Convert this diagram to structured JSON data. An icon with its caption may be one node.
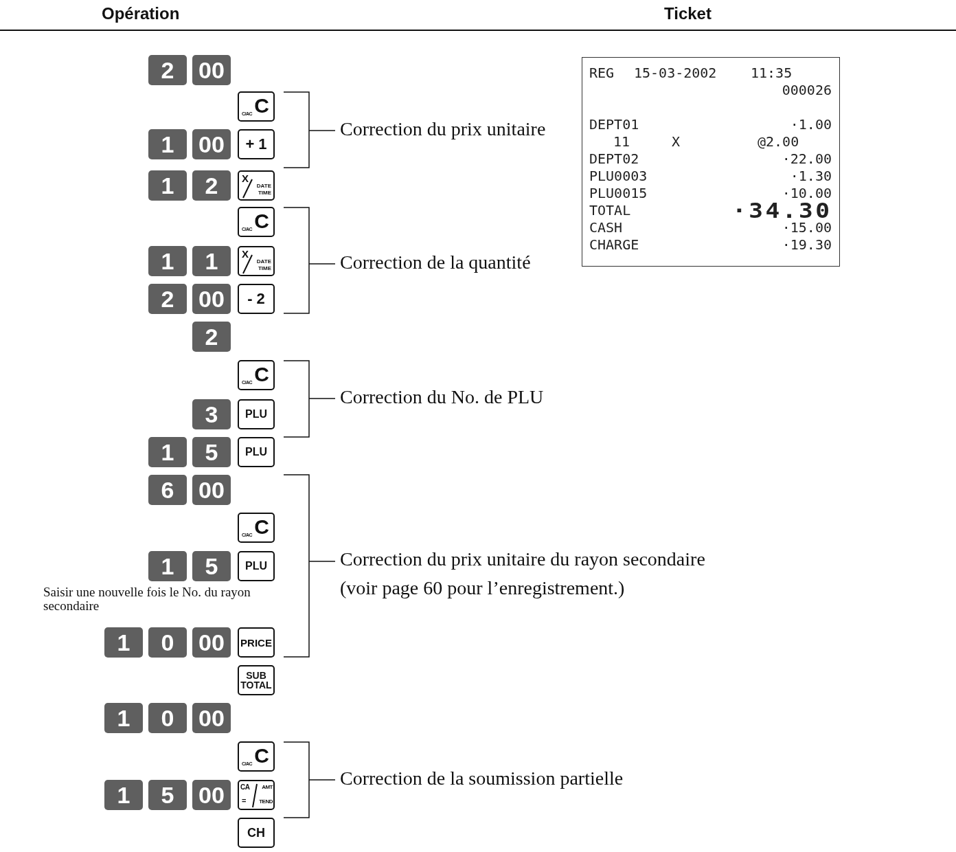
{
  "diagram": {
    "nodes": [
      {
        "text": [
          "2"
        ]
      },
      {
        "text": [
          "00"
        ]
      },
      {
        "text": [
          "C",
          "C/AC"
        ]
      },
      {
        "text": [
          "1"
        ]
      },
      {
        "text": [
          "00"
        ]
      },
      {
        "text": [
          "+ 1"
        ]
      },
      {
        "text": [
          "1"
        ]
      },
      {
        "text": [
          "2"
        ]
      },
      {
        "text": [
          "X",
          "DATE TIME"
        ]
      },
      {
        "text": [
          "C",
          "C/AC"
        ]
      },
      {
        "text": [
          "1"
        ]
      },
      {
        "text": [
          "1"
        ]
      },
      {
        "text": [
          "X",
          "DATE TIME"
        ]
      },
      {
        "text": [
          "2"
        ]
      },
      {
        "text": [
          "00"
        ]
      },
      {
        "text": [
          "- 2"
        ]
      },
      {
        "text": [
          "2"
        ]
      },
      {
        "text": [
          "C",
          "C/AC"
        ]
      },
      {
        "text": [
          "3"
        ]
      },
      {
        "text": [
          "PLU"
        ]
      },
      {
        "text": [
          "1"
        ]
      },
      {
        "text": [
          "5"
        ]
      },
      {
        "text": [
          "PLU"
        ]
      },
      {
        "text": [
          "6"
        ]
      },
      {
        "text": [
          "00"
        ]
      },
      {
        "text": [
          "C",
          "C/AC"
        ]
      },
      {
        "text": [
          "1"
        ]
      },
      {
        "text": [
          "5"
        ]
      },
      {
        "text": [
          "PLU"
        ]
      },
      {
        "text": [
          "1"
        ]
      },
      {
        "text": [
          "0"
        ]
      },
      {
        "text": [
          "00"
        ]
      },
      {
        "text": [
          "PRICE"
        ]
      },
      {
        "text": [
          "SUB TOTAL"
        ]
      },
      {
        "text": [
          "1"
        ]
      },
      {
        "text": [
          "0"
        ]
      },
      {
        "text": [
          "00"
        ]
      },
      {
        "text": [
          "C",
          "C/AC"
        ]
      },
      {
        "text": [
          "1"
        ]
      },
      {
        "text": [
          "5"
        ]
      },
      {
        "text": [
          "00"
        ]
      },
      {
        "text": [
          "CA",
          "AMT",
          "=",
          "TEND"
        ]
      },
      {
        "text": [
          "CH"
        ]
      },
      {
        "text": [
          "REG",
          "15-03-2002",
          "11:35",
          "000026",
          "DEPT01",
          "·1.00",
          "11",
          "X",
          "@2.00",
          "DEPT02",
          "·22.00",
          "PLU0003",
          "·1.30",
          "PLU0015",
          "·10.00",
          "TOTAL",
          "·34.30",
          "CASH",
          "·15.00",
          "CHARGE",
          "·19.30"
        ]
      }
    ],
    "labels": [
      "Opération",
      "Ticket",
      "Correction du prix unitaire",
      "Correction de la quantité",
      "Correction du No. de PLU",
      "Correction du prix unitaire du rayon secondaire",
      "Saisir une nouvelle fois le No. du rayon secondaire",
      "(voir page 60 pour l’enregistrement.)",
      "Correction de la soumission partielle"
    ]
  }
}
